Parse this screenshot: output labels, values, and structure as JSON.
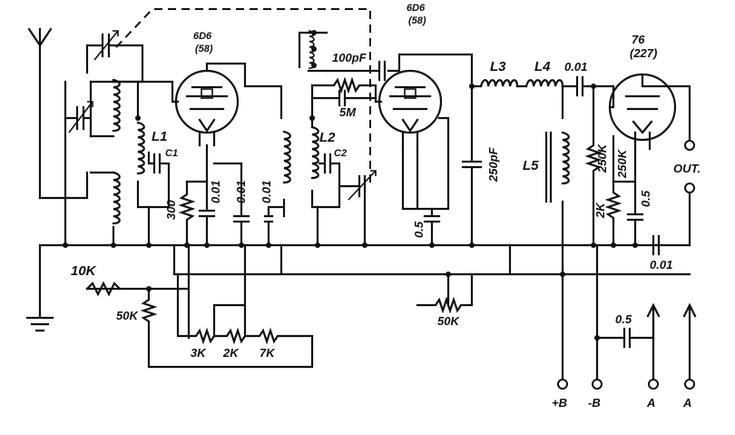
{
  "tubes": [
    {
      "type": "6D6",
      "alt": "(58)"
    },
    {
      "type": "6D6",
      "alt": "(58)"
    },
    {
      "type": "76",
      "alt": "(227)"
    }
  ],
  "coils": {
    "l1": "L1",
    "l2": "L2",
    "l3": "L3",
    "l4": "L4",
    "l5": "L5"
  },
  "coil_caps": {
    "c1": "C1",
    "c2": "C2"
  },
  "capacitors": {
    "regen": "100pF",
    "bypass_1": "0.01",
    "bypass_2": "0.01",
    "bypass_3": "0.01",
    "det_cathode": "0.5",
    "det_plate": "250pF",
    "coupling": "0.01",
    "out_cathode": "0.5",
    "out_bypass": "0.01",
    "filament": "0.5"
  },
  "resistors": {
    "r_10k": "10K",
    "r_50k_left": "50K",
    "r_300": "300",
    "r_5m": "5M",
    "r_50k_mid": "50K",
    "r_250k_1": "250K",
    "r_250k_2": "250K",
    "r_2k": "2K",
    "div_3k": "3K",
    "div_2k": "2K",
    "div_7k": "7K"
  },
  "terminals": {
    "out": "OUT.",
    "b_plus": "+B",
    "b_minus": "-B",
    "a1": "A",
    "a2": "A"
  }
}
